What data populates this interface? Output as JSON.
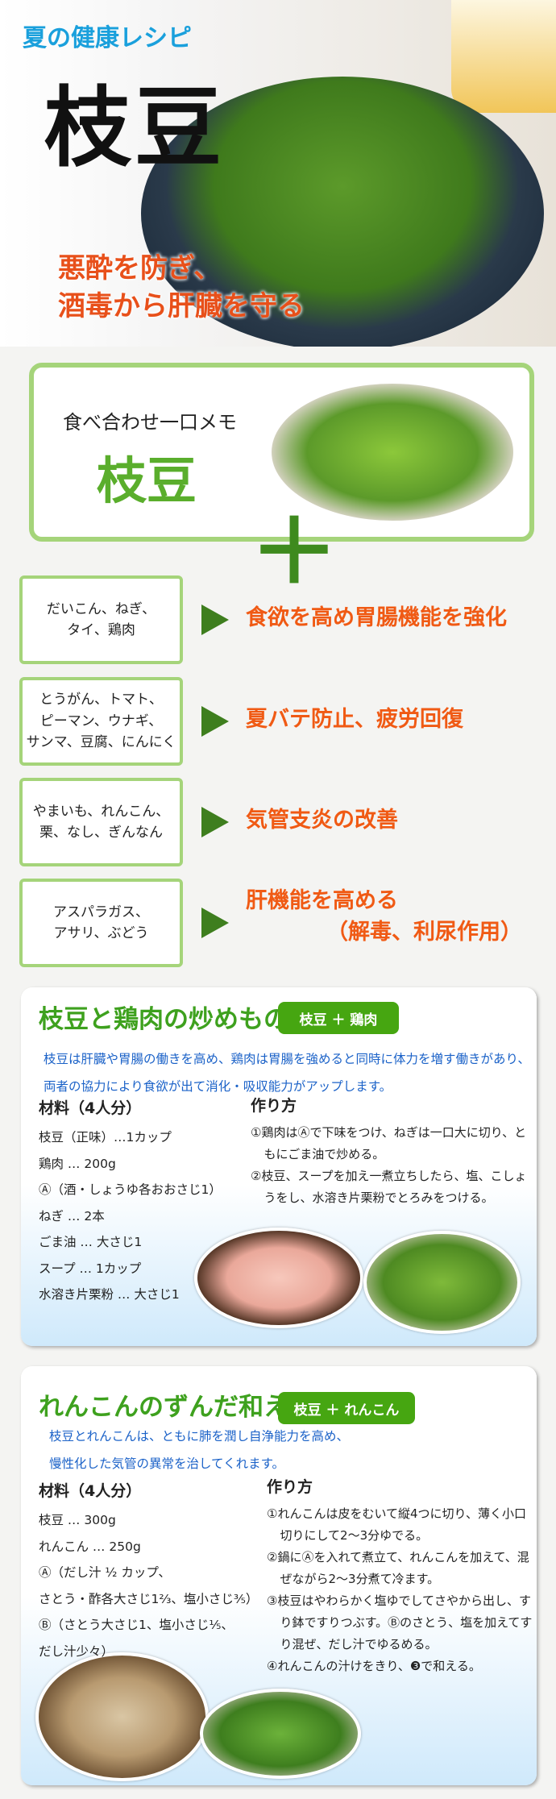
{
  "hero": {
    "subtitle": "夏の健康レシピ",
    "title": "枝豆",
    "copy": [
      "悪酔を防ぎ、",
      "酒毒から肝臓を守る"
    ]
  },
  "memo": {
    "label": "食べ合わせ一口メモ",
    "title": "枝豆",
    "plus": "＋"
  },
  "pairings": [
    {
      "ingredients": [
        "だいこん、ねぎ、",
        "タイ、鶏肉"
      ],
      "effect": [
        "食欲を高め胃腸機能を強化"
      ]
    },
    {
      "ingredients": [
        "とうがん、トマト、",
        "ピーマン、ウナギ、",
        "サンマ、豆腐、にんにく"
      ],
      "effect": [
        "夏バテ防止、疲労回復"
      ]
    },
    {
      "ingredients": [
        "やまいも、れんこん、",
        "栗、なし、ぎんなん"
      ],
      "effect": [
        "気管支炎の改善"
      ]
    },
    {
      "ingredients": [
        "アスパラガス、",
        "アサリ、ぶどう"
      ],
      "effect": [
        "肝機能を高める",
        "（解毒、利尿作用）"
      ]
    }
  ],
  "recipes": [
    {
      "title": "枝豆と鶏肉の炒めもの",
      "badge": "枝豆 ＋ 鶏肉",
      "intro": [
        "枝豆は肝臓や胃腸の働きを高め、鶏肉は胃腸を強めると同時に体力を増す働きがあり、",
        "両者の協力により食欲が出て消化・吸収能力がアップします。"
      ],
      "ingredients_heading": "材料（4人分）",
      "ingredients": [
        "枝豆（正味）…1カップ",
        "鶏肉 … 200g",
        "Ⓐ（酒・しょうゆ各おおさじ1）",
        "ねぎ … 2本",
        "ごま油 … 大さじ1",
        "スープ … 1カップ",
        "水溶き片栗粉 … 大さじ1"
      ],
      "steps_heading": "作り方",
      "steps": [
        "①鶏肉はⒶで下味をつけ、ねぎは一口大に切り、ともにごま油で炒める。",
        "②枝豆、スープを加え一煮立ちしたら、塩、こしょうをし、水溶き片栗粉でとろみをつける。"
      ]
    },
    {
      "title": "れんこんのずんだ和え",
      "badge": "枝豆 ＋ れんこん",
      "intro": [
        "枝豆とれんこんは、ともに肺を潤し自浄能力を高め、",
        "慢性化した気管の異常を治してくれます。"
      ],
      "ingredients_heading": "材料（4人分）",
      "ingredients": [
        "枝豆 … 300g",
        "れんこん … 250g",
        "Ⓐ（だし汁 ½ カップ、",
        "さとう・酢各大さじ1⅔、塩小さじ⅗）",
        "Ⓑ（さとう大さじ1、塩小さじ⅕、",
        "だし汁少々）"
      ],
      "steps_heading": "作り方",
      "steps": [
        "①れんこんは皮をむいて縦4つに切り、薄く小口切りにして2〜3分ゆでる。",
        "②鍋にⒶを入れて煮立て、れんこんを加えて、混ぜながら2〜3分煮て冷ます。",
        "③枝豆はやわらかく塩ゆでしてさやから出し、すり鉢ですりつぶす。Ⓑのさとう、塩を加えてすり混ぜ、だし汁でゆるめる。",
        "④れんこんの汁けをきり、❸で和える。"
      ]
    }
  ]
}
